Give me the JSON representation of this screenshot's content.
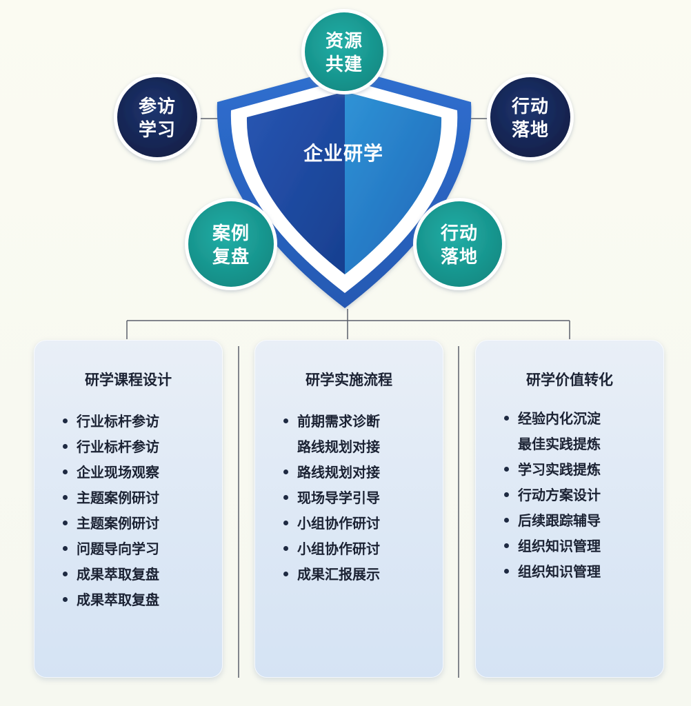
{
  "core": {
    "title": "企业研学"
  },
  "nodes": {
    "top": {
      "line1": "资源",
      "line2": "共建",
      "color": "#1a9a93"
    },
    "left_upper": {
      "line1": "参访",
      "line2": "学习",
      "color": "#16285a"
    },
    "right_upper": {
      "line1": "行动",
      "line2": "落地",
      "color": "#16285a"
    },
    "left_lower": {
      "line1": "案例",
      "line2": "复盘",
      "color": "#1a9a93"
    },
    "right_lower": {
      "line1": "行动",
      "line2": "落地",
      "color": "#1a9a93"
    }
  },
  "colors": {
    "shield_outer": "#2d67c2",
    "shield_left": "#1f4ea8",
    "shield_right": "#2a8ad0",
    "connector": "#5a5f6a"
  },
  "cards": [
    {
      "title": "研学课程设计",
      "items": [
        {
          "text": "行业标杆参访"
        },
        {
          "text": "行业标杆参访"
        },
        {
          "text": "企业现场观察"
        },
        {
          "text": "主题案例研讨"
        },
        {
          "text": "主题案例研讨"
        },
        {
          "text": "问题导向学习"
        },
        {
          "text": "成果萃取复盘"
        },
        {
          "text": "成果萃取复盘"
        }
      ]
    },
    {
      "title": "研学实施流程",
      "items": [
        {
          "text": "前期需求诊断",
          "sub": "路线规划对接"
        },
        {
          "text": "路线规划对接"
        },
        {
          "text": "现场导学引导"
        },
        {
          "text": "小组协作研讨"
        },
        {
          "text": "小组协作研讨"
        },
        {
          "text": "成果汇报展示"
        }
      ]
    },
    {
      "title": "研学价值转化",
      "items": [
        {
          "text": "经验内化沉淀",
          "sub": "最佳实践提炼"
        },
        {
          "text": "学习实践提炼"
        },
        {
          "text": "行动方案设计"
        },
        {
          "text": "后续跟踪辅导"
        },
        {
          "text": "组织知识管理"
        },
        {
          "text": "组织知识管理"
        }
      ]
    }
  ]
}
